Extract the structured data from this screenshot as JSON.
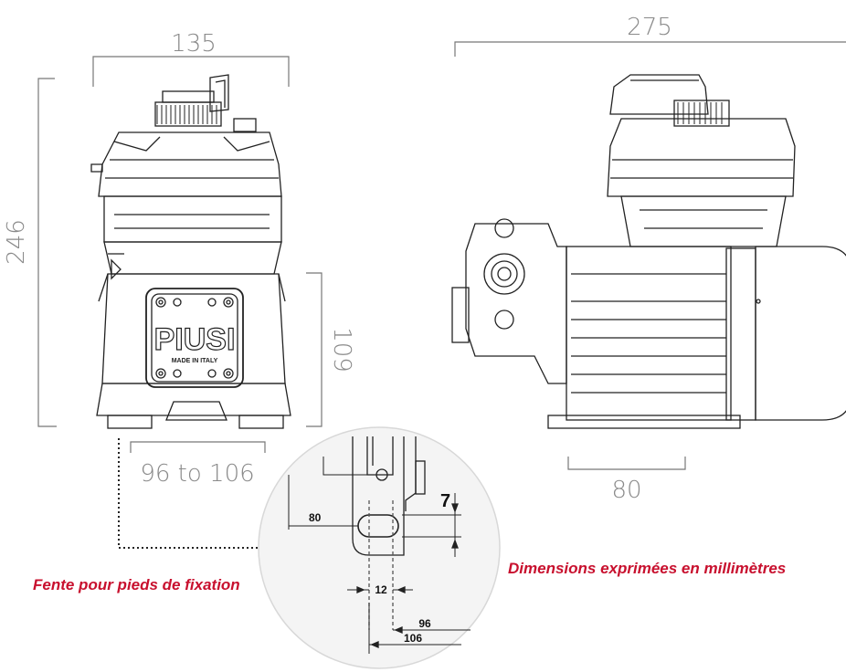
{
  "dimensions": {
    "front_width": "135",
    "front_height": "246",
    "front_height_lower": "109",
    "foot_spacing": "96 to 106",
    "side_length": "275",
    "side_foot": "80"
  },
  "detail": {
    "slot_height": "7",
    "slot_offset": "80",
    "slot_width": "12",
    "dist_96": "96",
    "dist_106": "106"
  },
  "logo": {
    "brand": "PIUSI",
    "made_in": "MADE IN ITALY"
  },
  "notes": {
    "slot_caption": "Fente pour pieds de fixation",
    "units_caption": "Dimensions exprimées en millimètres"
  },
  "colors": {
    "accent": "#c8102e",
    "dimension_gray": "#8a8a8a"
  }
}
